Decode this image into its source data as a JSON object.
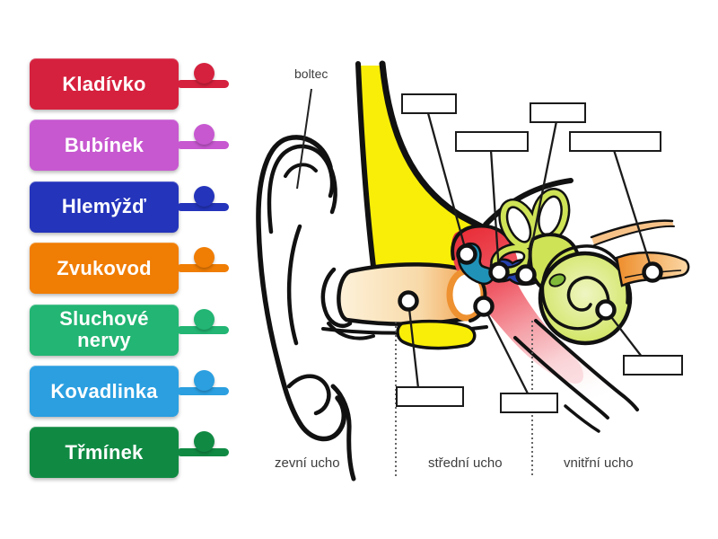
{
  "activity": {
    "kind": "labelled-diagram",
    "answer_slot_count": 7
  },
  "word_bank": {
    "items": [
      {
        "label": "Kladívko",
        "color": "#d5213e"
      },
      {
        "label": "Bubínek",
        "color": "#c758d0"
      },
      {
        "label": "Hlemýžď",
        "color": "#2434bb"
      },
      {
        "label": "Zvukovod",
        "color": "#f07d04"
      },
      {
        "label": "Sluchové nervy",
        "color": "#22b573"
      },
      {
        "label": "Kovadlinka",
        "color": "#2b9fe0"
      },
      {
        "label": "Třmínek",
        "color": "#108a43"
      }
    ]
  },
  "diagram": {
    "caption_top": "boltec",
    "region_labels": [
      "zevní ucho",
      "střední ucho",
      "vnitřní ucho"
    ],
    "palette": {
      "bone_yellow": "#f8ee08",
      "canal_orange": "#f0953a",
      "tympanic_red": "#e72832",
      "malleus_teal": "#2092b8",
      "stapes_blue": "#2542ae",
      "inner_ear_green": "#cfe356",
      "nerve_orange": "#ee8d2b"
    }
  }
}
